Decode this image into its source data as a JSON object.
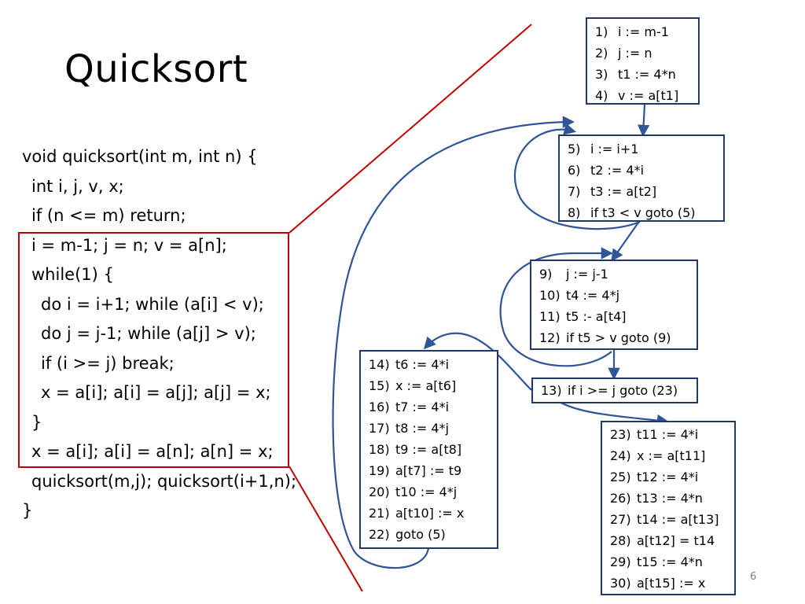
{
  "title": "Quicksort",
  "code": [
    "void quicksort(int m, int n) {",
    "int i, j, v, x;",
    "if (n <= m) return;",
    "i = m-1; j = n; v = a[n];",
    "while(1) {",
    "do i = i+1; while (a[i] < v);",
    "do j = j-1; while (a[j] > v);",
    "if (i >= j) break;",
    "x = a[i]; a[i] = a[j]; a[j] = x;",
    "}",
    "x = a[i]; a[i] = a[n]; a[n] = x;",
    "quicksort(m,j); quicksort(i+1,n);",
    "}"
  ],
  "blocks": {
    "b1": [
      {
        "n": "1)",
        "t": "i := m-1"
      },
      {
        "n": "2)",
        "t": "j := n"
      },
      {
        "n": "3)",
        "t": "t1 := 4*n"
      },
      {
        "n": "4)",
        "t": "v := a[t1]"
      }
    ],
    "b2": [
      {
        "n": "5)",
        "t": "i := i+1"
      },
      {
        "n": "6)",
        "t": "t2 := 4*i"
      },
      {
        "n": "7)",
        "t": "t3 := a[t2]"
      },
      {
        "n": "8)",
        "t": "if t3 < v goto (5)"
      }
    ],
    "b3": [
      {
        "n": "9)",
        "t": "j := j-1"
      },
      {
        "n": "10)",
        "t": "t4 := 4*j"
      },
      {
        "n": "11)",
        "t": "t5 :- a[t4]"
      },
      {
        "n": "12)",
        "t": "if t5 > v goto (9)"
      }
    ],
    "b4": [
      {
        "n": "13)",
        "t": "if i >= j goto (23)"
      }
    ],
    "b5": [
      {
        "n": "14)",
        "t": "t6 := 4*i"
      },
      {
        "n": "15)",
        "t": "x := a[t6]"
      },
      {
        "n": "16)",
        "t": "t7 := 4*i"
      },
      {
        "n": "17)",
        "t": "t8 := 4*j"
      },
      {
        "n": "18)",
        "t": "t9 := a[t8]"
      },
      {
        "n": "19)",
        "t": "a[t7] := t9"
      },
      {
        "n": "20)",
        "t": "t10 := 4*j"
      },
      {
        "n": "21)",
        "t": "a[t10] := x"
      },
      {
        "n": "22)",
        "t": "goto (5)"
      }
    ],
    "b6": [
      {
        "n": "23)",
        "t": "t11 := 4*i"
      },
      {
        "n": "24)",
        "t": "x := a[t11]"
      },
      {
        "n": "25)",
        "t": "t12 := 4*i"
      },
      {
        "n": "26)",
        "t": "t13 := 4*n"
      },
      {
        "n": "27)",
        "t": "t14 := a[t13]"
      },
      {
        "n": "28)",
        "t": "a[t12] = t14"
      },
      {
        "n": "29)",
        "t": "t15 := 4*n"
      },
      {
        "n": "30)",
        "t": "a[t15] := x"
      }
    ]
  },
  "page_number": "6",
  "colors": {
    "box_border": "#1f3864",
    "arrow": "#2f5597",
    "highlight": "#c00000",
    "page_number": "#808080"
  }
}
